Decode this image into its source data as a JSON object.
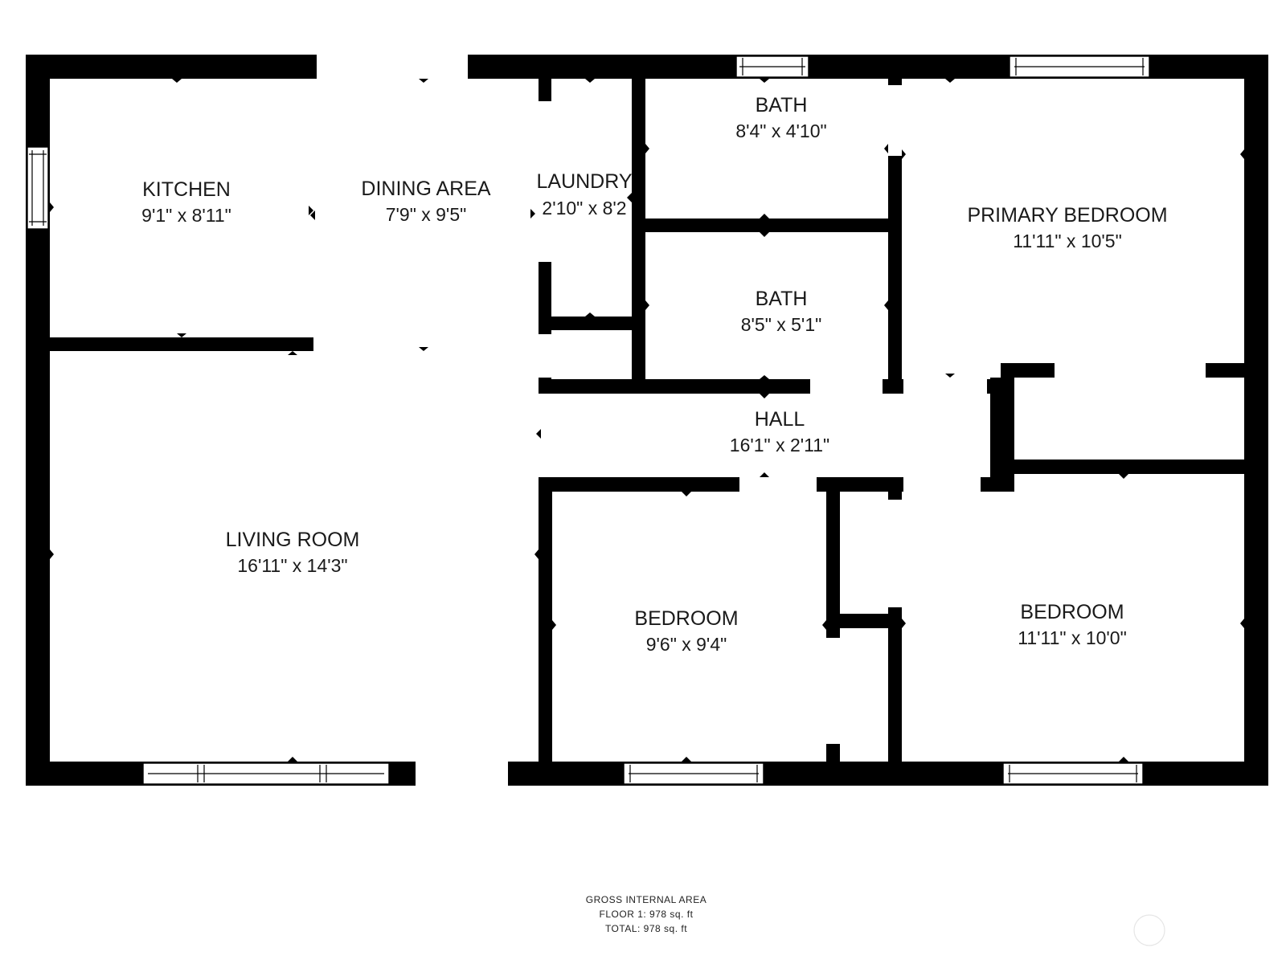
{
  "rooms": [
    {
      "id": "kitchen",
      "name": "KITCHEN",
      "dims": "9'1\" x 8'11\""
    },
    {
      "id": "dining-area",
      "name": "DINING AREA",
      "dims": "7'9\" x 9'5\""
    },
    {
      "id": "laundry",
      "name": "LAUNDRY",
      "dims": "2'10\" x 8'2"
    },
    {
      "id": "bath-upper",
      "name": "BATH",
      "dims": "8'4\" x 4'10\""
    },
    {
      "id": "bath-lower",
      "name": "BATH",
      "dims": "8'5\" x 5'1\""
    },
    {
      "id": "primary-bedroom",
      "name": "PRIMARY BEDROOM",
      "dims": "11'11\" x 10'5\""
    },
    {
      "id": "hall",
      "name": "HALL",
      "dims": "16'1\" x 2'11\""
    },
    {
      "id": "living-room",
      "name": "LIVING ROOM",
      "dims": "16'11\" x 14'3\""
    },
    {
      "id": "bedroom-left",
      "name": "BEDROOM",
      "dims": "9'6\" x 9'4\""
    },
    {
      "id": "bedroom-right",
      "name": "BEDROOM",
      "dims": "11'11\" x 10'0\""
    }
  ],
  "area": {
    "heading": "GROSS INTERNAL AREA",
    "floor": "FLOOR 1: 978 sq. ft",
    "total": "TOTAL: 978 sq. ft"
  },
  "colors": {
    "wall": "#000000",
    "background": "#ffffff",
    "text": "#1a1a1a"
  }
}
